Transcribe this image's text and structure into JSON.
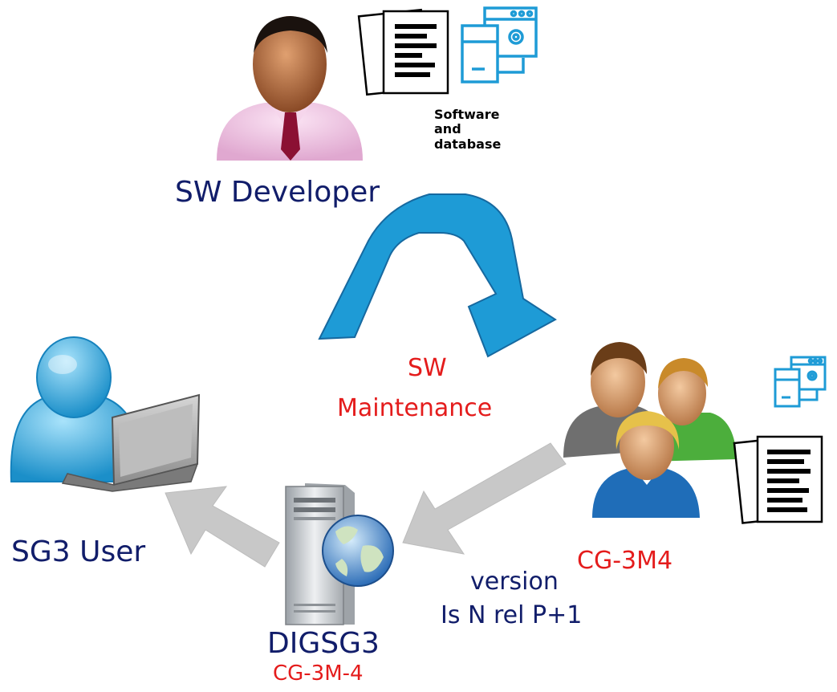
{
  "nodes": {
    "developer": {
      "label": "SW Developer",
      "artifact_caption": "Software and database"
    },
    "maintenance": {
      "label_line1": "SW",
      "label_line2": "Maintenance"
    },
    "team": {
      "label": "CG-3M4"
    },
    "server": {
      "label": "DIGSG3",
      "sublabel": "CG-3M-4"
    },
    "user": {
      "label": "SG3 User"
    },
    "release": {
      "label_line1": "version",
      "label_line2": "Is N rel P+1"
    }
  },
  "icons": [
    "developer-person-icon",
    "documents-icon",
    "software-window-icon",
    "team-people-icon",
    "server-globe-icon",
    "laptop-user-icon"
  ],
  "colors": {
    "cycle_arrow": "#1e9bd6",
    "flow_arrow": "#c8c8c8",
    "navy_text": "#111d6a",
    "red_text": "#e41c1c",
    "icon_blue": "#1e9bd6"
  }
}
